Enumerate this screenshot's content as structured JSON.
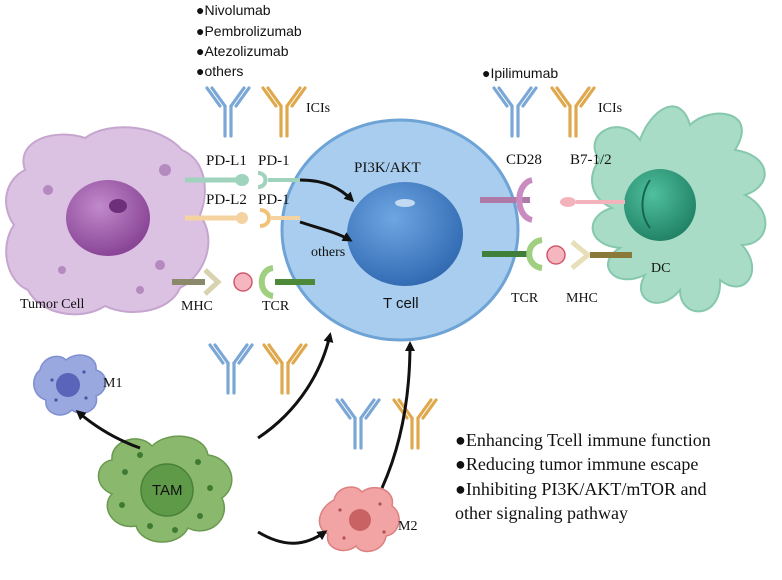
{
  "drug_list": [
    "●Nivolumab",
    "●Pembrolizumab",
    "●Atezolizumab",
    "●others"
  ],
  "ipilimumab": "●Ipilimumab",
  "icis_left": "ICIs",
  "icis_right": "ICIs",
  "receptors": {
    "pd_l1": "PD-L1",
    "pd_1_top": "PD-1",
    "pd_l2": "PD-L2",
    "pd_1_bottom": "PD-1",
    "cd28": "CD28",
    "b7": "B7-1/2",
    "mhc_left": "MHC",
    "tcr_left": "TCR",
    "tcr_right": "TCR",
    "mhc_right": "MHC"
  },
  "pathways": {
    "pi3k": "PI3K/AKT",
    "others": "others"
  },
  "cells": {
    "tumor": "Tumor Cell",
    "tcell": "T cell",
    "dc": "DC",
    "tam": "TAM",
    "m1": "M1",
    "m2": "M2"
  },
  "effects": [
    "●Enhancing Tcell immune function",
    "●Reducing tumor immune escape",
    "●Inhibiting PI3K/AKT/mTOR and",
    "other signaling pathway"
  ],
  "colors": {
    "tumor": "#d9bfe0",
    "tumor_nucleus": "#9a5aa6",
    "tcell": "#a9cdee",
    "tcell_nucleus": "#3f7fc9",
    "dc": "#a6dcc6",
    "dc_nucleus": "#2f9d7e",
    "tam": "#86b56a",
    "m1": "#8e9ddb",
    "m2": "#ef9a9a",
    "antibody_blue": "#7aa7d6",
    "antibody_orange": "#e0a84c"
  }
}
